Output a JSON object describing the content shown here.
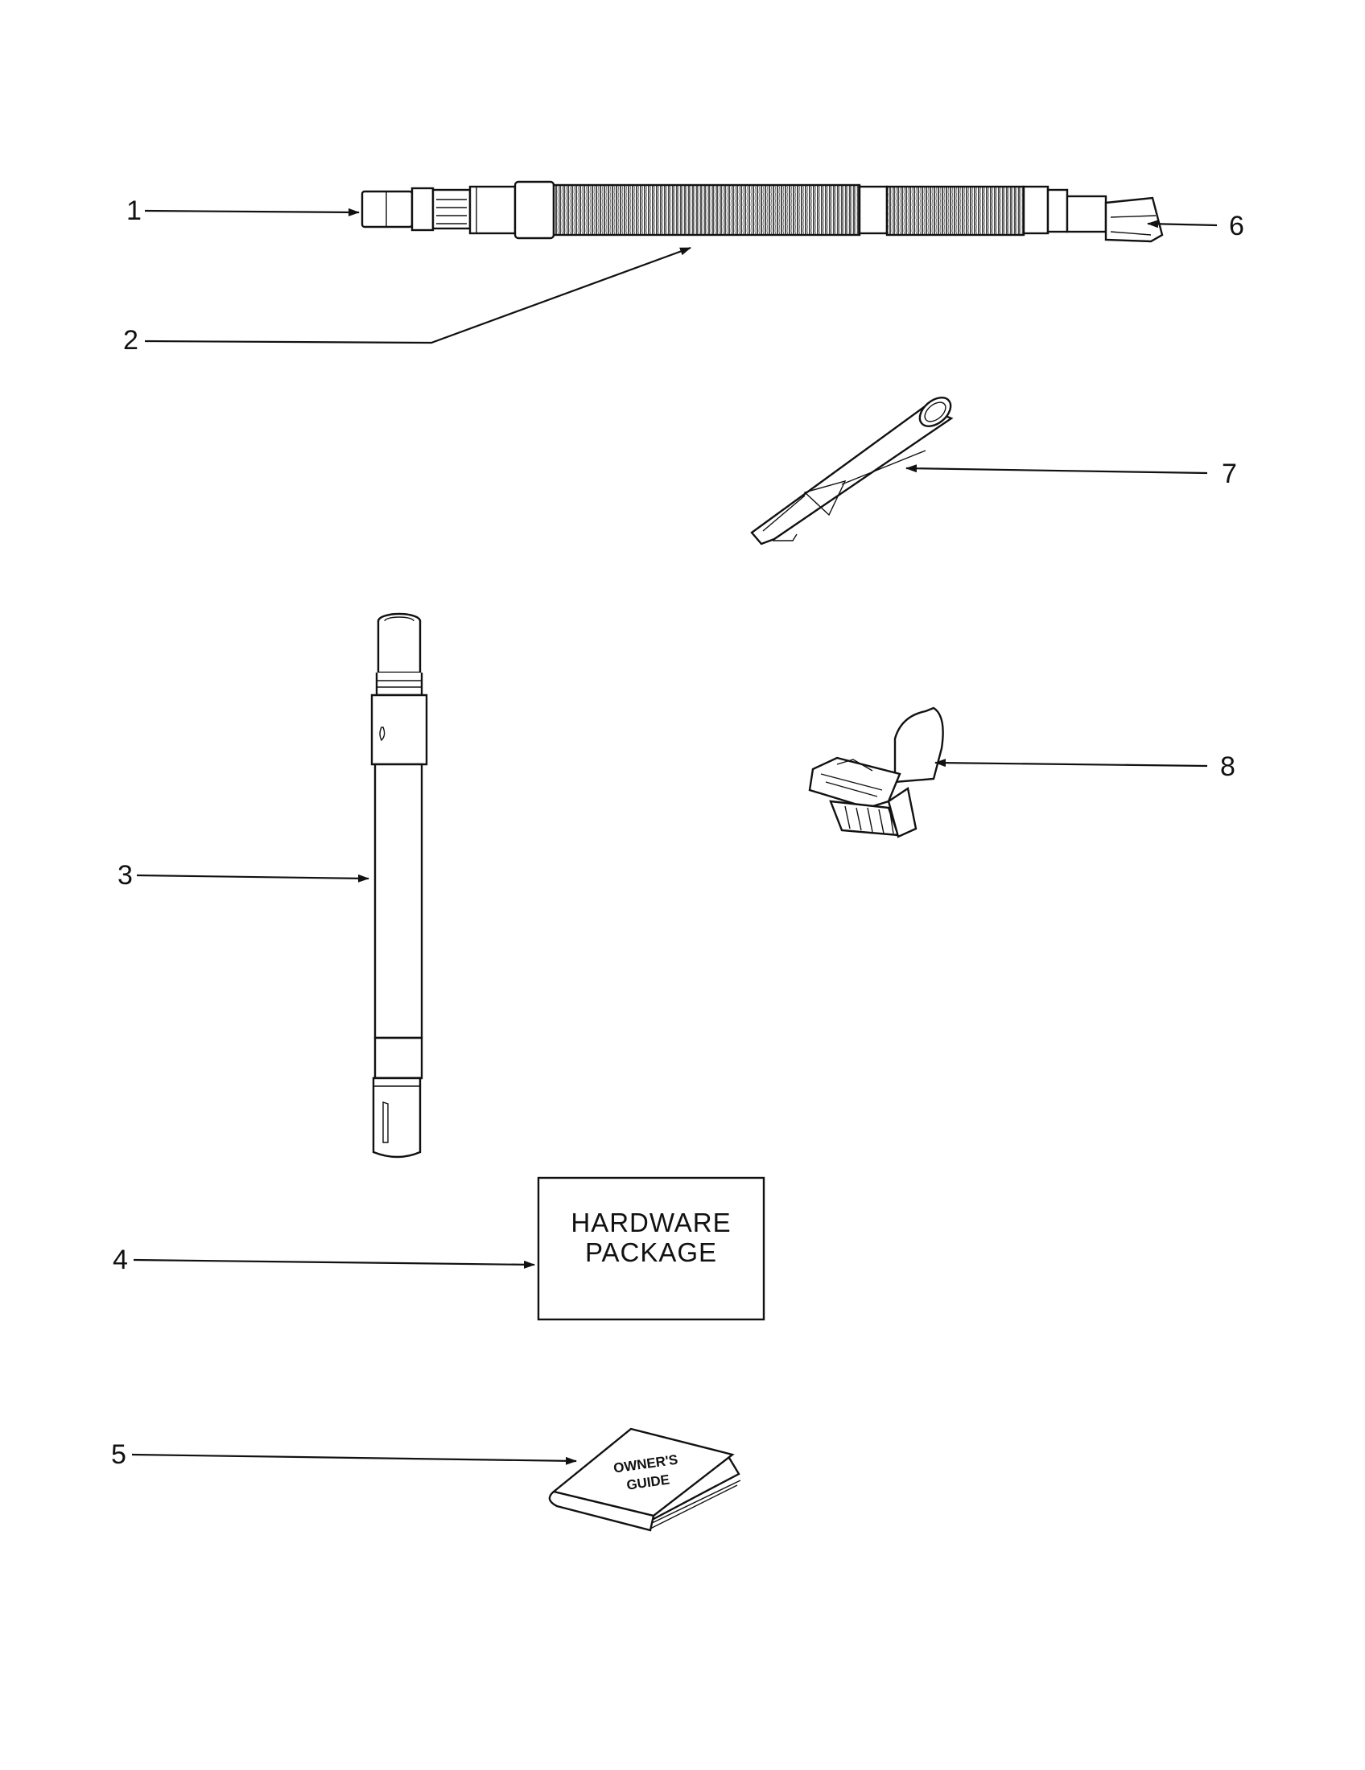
{
  "callouts": {
    "c1": "1",
    "c2": "2",
    "c3": "3",
    "c4": "4",
    "c5": "5",
    "c6": "6",
    "c7": "7",
    "c8": "8"
  },
  "hardware_box": {
    "line1": "HARDWARE",
    "line2": "PACKAGE"
  },
  "book": {
    "line1": "OWNER'S",
    "line2": "GUIDE"
  }
}
